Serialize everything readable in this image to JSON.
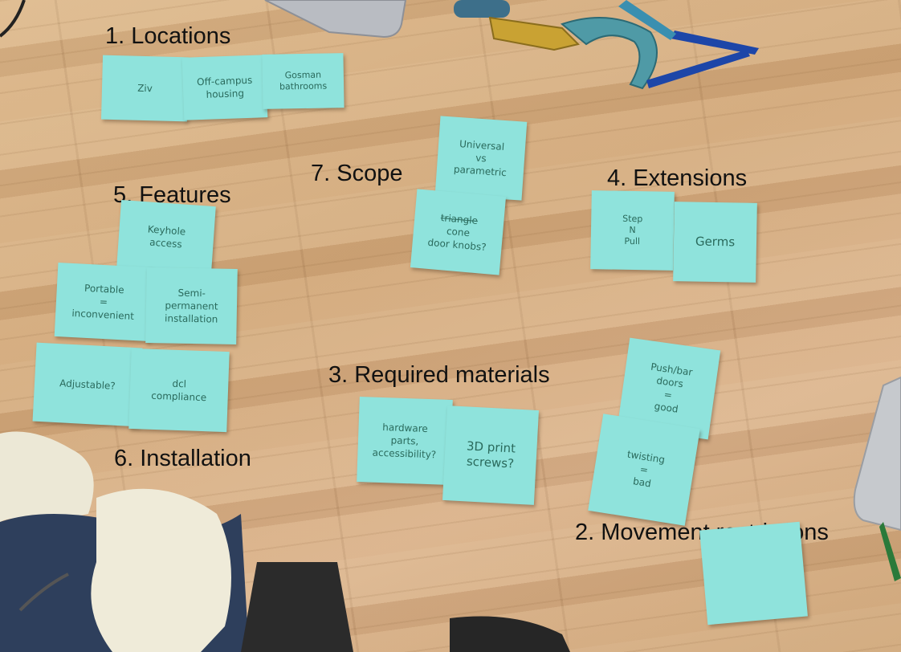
{
  "labels": {
    "locations": "1. Locations",
    "movement": "2. Movement restrictions",
    "materials": "3. Required materials",
    "extensions": "4. Extensions",
    "features": "5. Features",
    "installation": "6. Installation",
    "scope": "7. Scope"
  },
  "notes": {
    "ziv": "Ziv",
    "off_campus": "Off-campus\nhousing",
    "gosman": "Gosman\nbathrooms",
    "universal": "Universal\nvs\nparametric",
    "cone_struck": "triangle",
    "cone": "cone\ndoor knobs?",
    "step_pull": "Step\nN\nPull",
    "germs": "Germs",
    "keyhole": "Keyhole\naccess",
    "portable": "Portable\n=\ninconvenient",
    "semi_permanent": "Semi-\npermanent\ninstallation",
    "adjustable": "Adjustable?",
    "dcl": "dcl\ncompliance",
    "hardware": "hardware\nparts,\naccessibility?",
    "print_screws": "3D print\nscrews?",
    "push_bar": "Push/bar\ndoors\n=\ngood",
    "twisting": "twisting\n=\nbad",
    "blank": ""
  },
  "colors": {
    "note": "#8fe3dc",
    "note_ink": "#2a6a5c",
    "table": "#d4aa7e",
    "label_text": "#111111"
  }
}
